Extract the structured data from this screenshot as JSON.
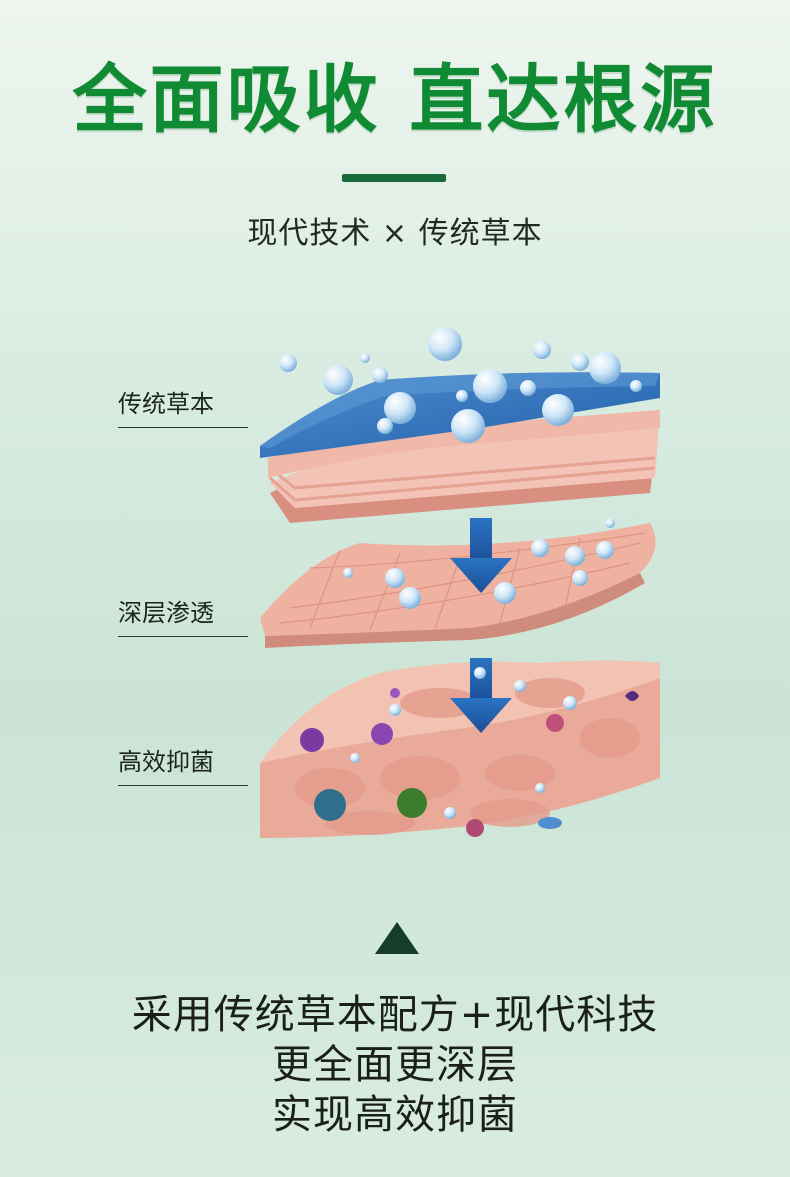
{
  "title": "全面吸收 直达根源",
  "subtitle": "现代技术 × 传统草本",
  "labels": {
    "herbal": "传统草本",
    "deep": "深层渗透",
    "antibacterial": "高效抑菌"
  },
  "description": {
    "line1": "采用传统草本配方+现代科技",
    "line2": "更全面更深层",
    "line3": "实现高效抑菌"
  },
  "colors": {
    "title_green": "#118a34",
    "accent_dark_green": "#163d2a",
    "skin_pink": "#f0b3a2",
    "liquid_blue": "#2f6fb8"
  },
  "icons": {
    "layer_arrows": "arrow-down-icon",
    "pointer": "triangle-up-icon"
  }
}
